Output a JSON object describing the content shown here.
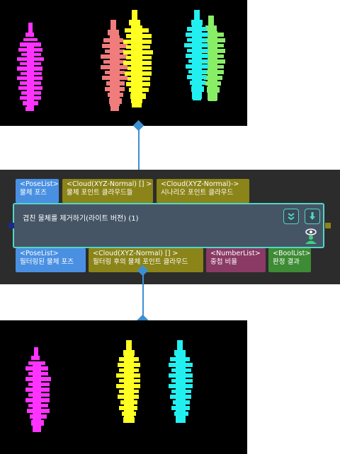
{
  "node": {
    "title": "겹친 물체를 제거하기(라이트 버전) (1)",
    "inputs": [
      {
        "type": "<PoseList>",
        "label": "물체 포즈",
        "color": "#4a90e2"
      },
      {
        "type": "<Cloud(XYZ-Normal) [] >",
        "label": "물체 포인트 클라우드들",
        "color": "#8b8418"
      },
      {
        "type": "<Cloud(XYZ-Normal)->",
        "label": "시나리오 포인트 클라우드",
        "color": "#8b8418"
      }
    ],
    "outputs": [
      {
        "type": "<PoseList>",
        "label": "필터링된 물체 포즈",
        "color": "#4a90e2"
      },
      {
        "type": "<Cloud(XYZ-Normal) [] >",
        "label": "필터링 후의 물체 포인트 클라우드",
        "color": "#8b8418"
      },
      {
        "type": "<NumberList>",
        "label": "중첩 비율",
        "color": "#8a3a64"
      },
      {
        "type": "<BoolList>",
        "label": "판정 결과",
        "color": "#3d8b34"
      }
    ],
    "icons": [
      "collapse-chevron-icon",
      "download-icon",
      "eye-icon",
      "person-icon"
    ],
    "accent": "#4fd7c7"
  },
  "top_preview": {
    "description_colors": [
      "#ff33ff",
      "#f07c7c",
      "#ffff22",
      "#22f0f0",
      "#88ee66"
    ]
  },
  "bottom_preview": {
    "description_colors": [
      "#ff33ff",
      "#ffff22",
      "#22f0f0"
    ]
  }
}
